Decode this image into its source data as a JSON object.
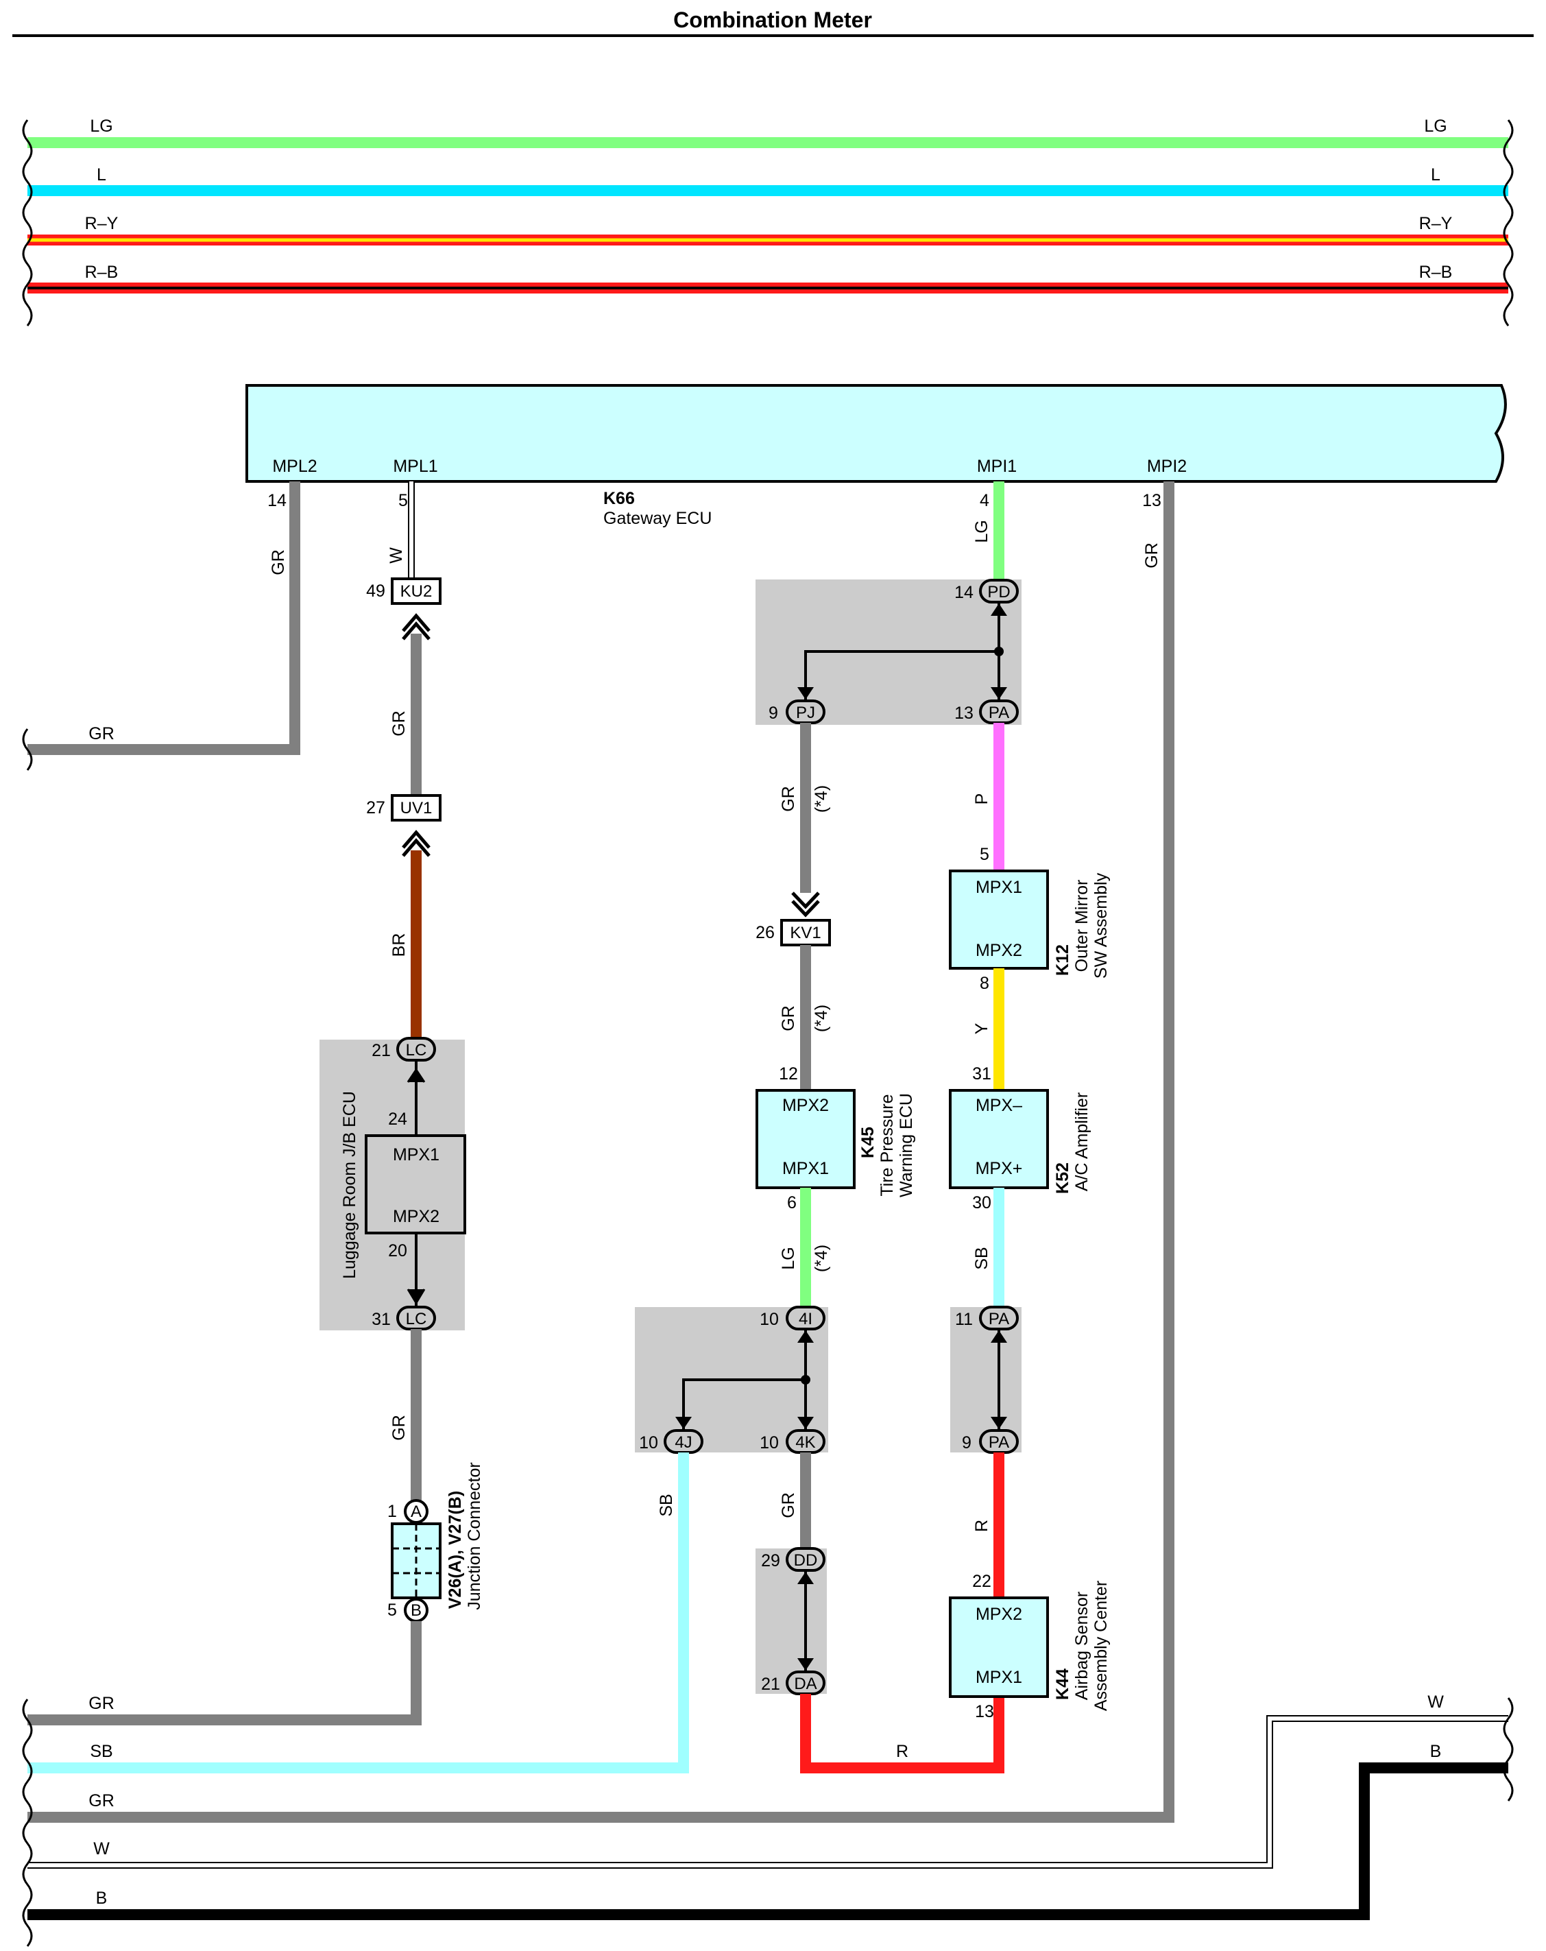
{
  "title": "Combination Meter",
  "colors": {
    "LG": "#80ff80",
    "L": "#00e5ff",
    "R": "#ff1a1a",
    "Y": "#ffe600",
    "GR": "#808080",
    "BR": "#993300",
    "P": "#ff70ff",
    "SB": "#a0ffff",
    "W": "#ffffff",
    "B": "#000000",
    "shade": "#cccccc",
    "ecu": "#ccffff"
  },
  "top_wires": {
    "LG": "LG",
    "L": "L",
    "RY": "R–Y",
    "RB": "R–B"
  },
  "gateway": {
    "code": "K66",
    "name": "Gateway ECU",
    "mpl2": "MPL2",
    "mpl1": "MPL1",
    "mpi1": "MPI1",
    "mpi2": "MPI2",
    "pin_mpl2": "14",
    "pin_mpl1": "5",
    "pin_mpi1": "4",
    "pin_mpi2": "13"
  },
  "wires": {
    "gr": "GR",
    "w": "W",
    "br": "BR",
    "lg": "LG",
    "p": "P",
    "y": "Y",
    "sb": "SB",
    "r": "R",
    "b": "B",
    "star4": "(*4)"
  },
  "connectors": {
    "ku2": "KU2",
    "ku2_pin": "49",
    "uv1": "UV1",
    "uv1_pin": "27",
    "lc": "LC",
    "lc_top_pin": "21",
    "lc_bot_pin": "31",
    "pd": "PD",
    "pd_pin": "14",
    "pj": "PJ",
    "pj_pin": "9",
    "pa": "PA",
    "pa_top_pin": "13",
    "kv1": "KV1",
    "kv1_pin": "26",
    "fi": "4I",
    "fi_pin": "10",
    "fj": "4J",
    "fj_pin": "10",
    "fk": "4K",
    "fk_pin": "10",
    "pa2_top_pin": "11",
    "pa2_bot_pin": "9",
    "dd": "DD",
    "dd_pin": "29",
    "da": "DA",
    "da_pin": "21",
    "a": "A",
    "a_pin": "1",
    "b": "B",
    "b_pin": "5"
  },
  "luggage_ecu": {
    "name": "Luggage Room J/B ECU",
    "mpx1": "MPX1",
    "mpx2": "MPX2",
    "pin_top": "24",
    "pin_bot": "20"
  },
  "k12": {
    "code": "K12",
    "name1": "Outer Mirror",
    "name2": "SW Assembly",
    "mpx1": "MPX1",
    "mpx2": "MPX2",
    "pin_top": "5",
    "pin_bot": "8"
  },
  "k52": {
    "code": "K52",
    "name1": "A/C Amplifier",
    "mpxm": "MPX–",
    "mpxp": "MPX+",
    "pin_top": "31",
    "pin_bot": "30"
  },
  "k45": {
    "code": "K45",
    "name1": "Tire Pressure",
    "name2": "Warning ECU",
    "mpx2": "MPX2",
    "mpx1": "MPX1",
    "pin_top": "12",
    "pin_bot": "6"
  },
  "k44": {
    "code": "K44",
    "name1": "Airbag Sensor",
    "name2": "Assembly Center",
    "mpx2": "MPX2",
    "mpx1": "MPX1",
    "pin_top": "22",
    "pin_bot": "13"
  },
  "junction": {
    "code": "V26(A), V27(B)",
    "name": "Junction Connector"
  },
  "bottom_wires": {
    "gr1": "GR",
    "sb": "SB",
    "gr2": "GR",
    "w": "W",
    "b": "B",
    "w_r": "W",
    "b_r": "B",
    "r_mid": "R"
  }
}
